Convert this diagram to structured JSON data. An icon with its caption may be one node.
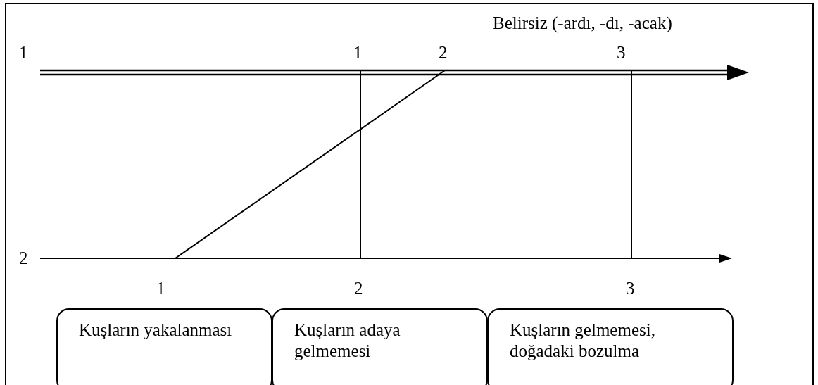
{
  "diagram": {
    "nodes": [
      {
        "text": [
          "1"
        ]
      },
      {
        "text": [
          "2"
        ]
      },
      {
        "text": [
          "3"
        ]
      },
      {
        "text": [
          "1"
        ]
      },
      {
        "text": [
          "2"
        ]
      },
      {
        "text": [
          "3"
        ]
      },
      {
        "text": [
          "Kuşların yakalanması"
        ]
      },
      {
        "text": [
          "Kuşların adaya gelmemesi"
        ]
      },
      {
        "text": [
          "Kuşların gelmemesi, doğadaki bozulma"
        ]
      }
    ],
    "edges": [
      {
        "from": 3,
        "to": 1,
        "arrow": "none"
      },
      {
        "from": 4,
        "to": 0,
        "arrow": "none"
      },
      {
        "from": 5,
        "to": 2,
        "arrow": "none"
      }
    ],
    "labels": [
      "Belirsiz (-ardı, -dı, -acak)",
      "1",
      "2"
    ]
  }
}
